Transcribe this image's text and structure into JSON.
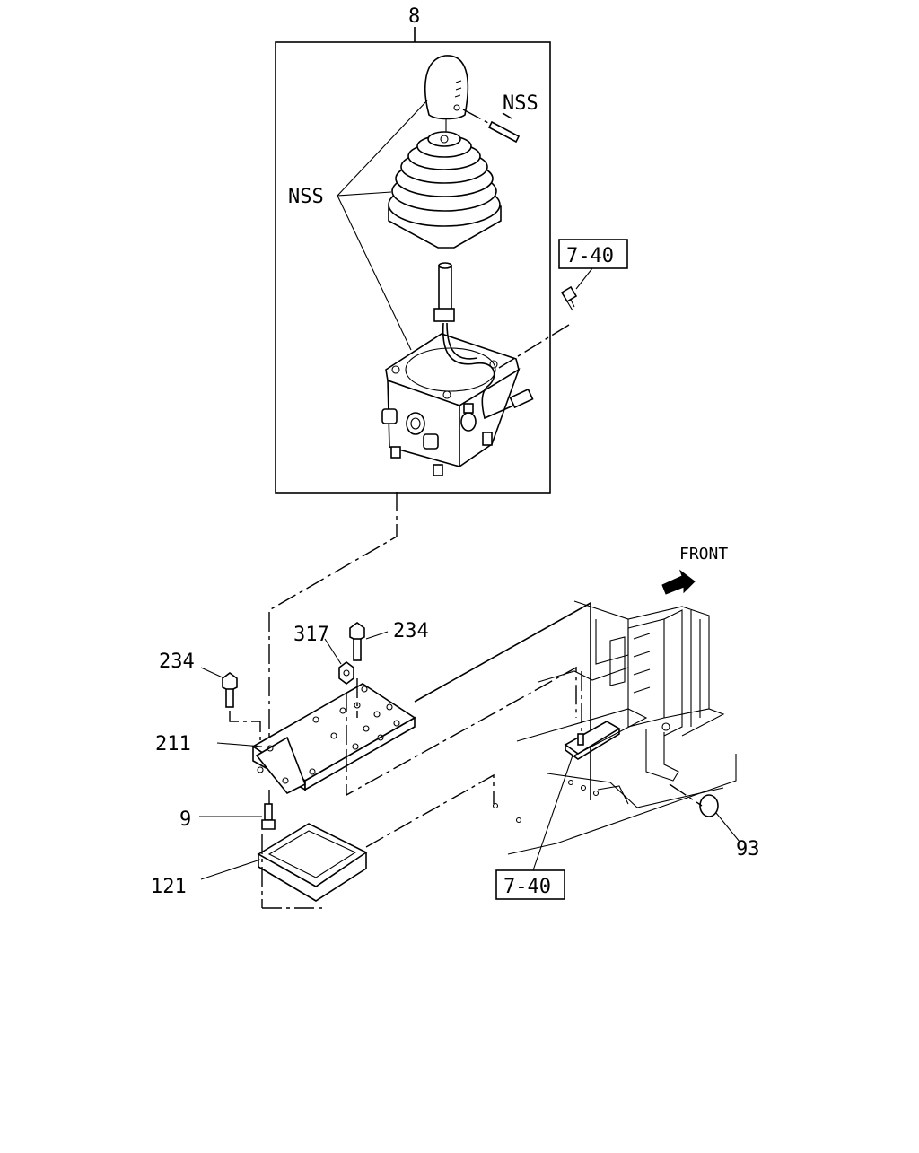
{
  "callouts": {
    "assembly": "8",
    "nss_pin": "NSS",
    "nss_knob_boot": "NSS",
    "ref_top": "7-40",
    "ref_bottom": "7-40",
    "nut": "317",
    "bolt_right": "234",
    "bolt_left": "234",
    "bracket": "211",
    "bolt_lower": "9",
    "seal": "121",
    "plug": "93"
  },
  "front_label": "FRONT"
}
